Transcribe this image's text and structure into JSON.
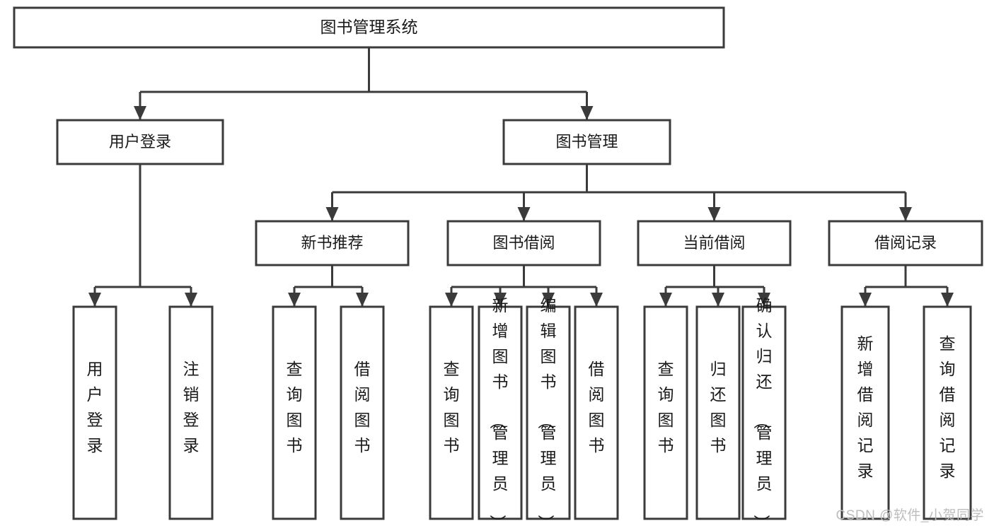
{
  "diagram": {
    "title": "图书管理系统",
    "type": "hierarchy-tree",
    "watermark": "CSDN @软件_小贺同学",
    "colors": {
      "stroke": "#3b3b3b",
      "fill": "#ffffff",
      "text": "#1a1a1a",
      "watermark": "#bdbdbd",
      "background": "#ffffff"
    },
    "root": {
      "label": "图书管理系统"
    },
    "level2": [
      {
        "label": "用户登录"
      },
      {
        "label": "图书管理"
      }
    ],
    "level3": [
      {
        "label": "新书推荐"
      },
      {
        "label": "图书借阅"
      },
      {
        "label": "当前借阅"
      },
      {
        "label": "借阅记录"
      }
    ],
    "leaves": {
      "user_login": [
        {
          "label": "用户登录"
        },
        {
          "label": "注销登录"
        }
      ],
      "new_book_recommend": [
        {
          "label": "查询图书"
        },
        {
          "label": "借阅图书"
        }
      ],
      "book_borrow": [
        {
          "label": "查询图书"
        },
        {
          "label": "新增图书（管理员）"
        },
        {
          "label": "编辑图书（管理员）"
        },
        {
          "label": "借阅图书"
        }
      ],
      "current_borrow": [
        {
          "label": "查询图书"
        },
        {
          "label": "归还图书"
        },
        {
          "label": "确认归还（管理员）"
        }
      ],
      "borrow_record": [
        {
          "label": "新增借阅记录"
        },
        {
          "label": "查询借阅记录"
        }
      ]
    }
  }
}
